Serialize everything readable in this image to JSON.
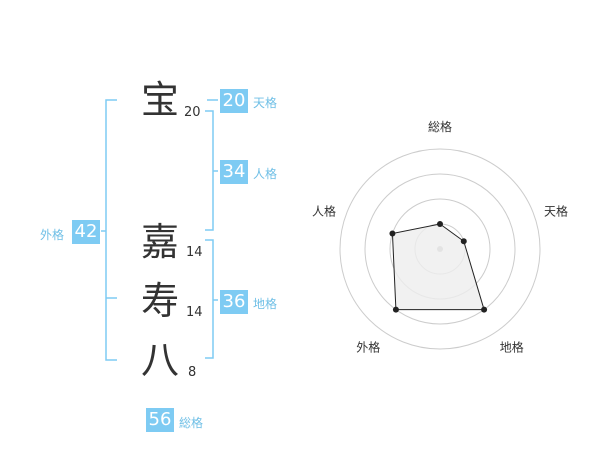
{
  "name_characters": [
    {
      "char": "宝",
      "strokes": "20"
    },
    {
      "char": "嘉",
      "strokes": "14"
    },
    {
      "char": "寿",
      "strokes": "14"
    },
    {
      "char": "八",
      "strokes": "8"
    }
  ],
  "kaku": {
    "tenkaku": {
      "label": "天格",
      "value": "20"
    },
    "jinkaku": {
      "label": "人格",
      "value": "34"
    },
    "chikaku": {
      "label": "地格",
      "value": "36"
    },
    "gaikaku": {
      "label": "外格",
      "value": "42"
    },
    "sokaku": {
      "label": "総格",
      "value": "56"
    }
  },
  "colors": {
    "accent": "#7ecbf3",
    "bracket": "#7ecbf3",
    "label_text": "#6fbfe6",
    "char_text": "#333333",
    "grid": "#cccccc",
    "polygon_fill": "#eeeeee",
    "polygon_stroke": "#222222"
  },
  "chart_data": {
    "type": "radar",
    "axes": [
      "総格",
      "天格",
      "地格",
      "外格",
      "人格"
    ],
    "values": [
      1,
      1,
      3,
      3,
      2
    ],
    "max": 5,
    "rings": 4
  }
}
